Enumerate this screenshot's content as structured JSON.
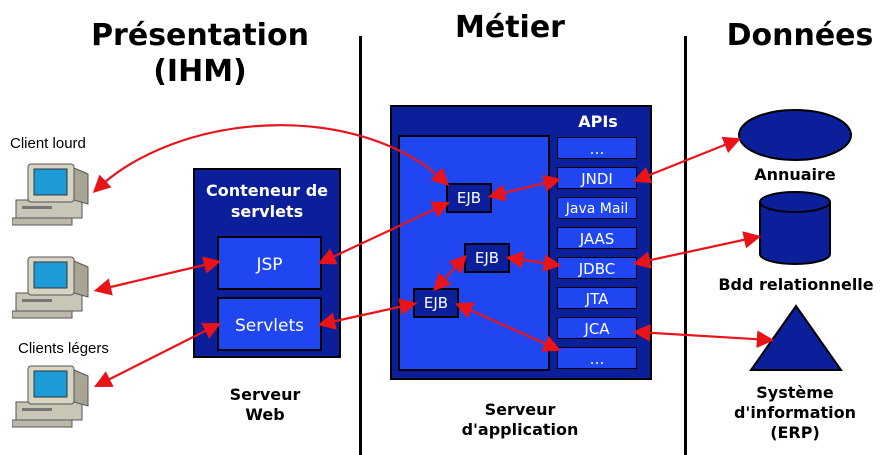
{
  "columns": {
    "presentation": {
      "line1": "Présentation",
      "line2": "(IHM)"
    },
    "metier": {
      "title": "Métier"
    },
    "donnees": {
      "title": "Données"
    }
  },
  "clients": {
    "lourd": "Client lourd",
    "legers": "Clients légers"
  },
  "servlet_container": {
    "title_line1": "Conteneur de",
    "title_line2": "servlets",
    "jsp": "JSP",
    "servlets": "Servlets"
  },
  "web_server": {
    "line1": "Serveur",
    "line2": "Web"
  },
  "app_server": {
    "apis_title": "APIs",
    "apis": [
      "…",
      "JNDI",
      "Java Mail",
      "JAAS",
      "JDBC",
      "JTA",
      "JCA",
      "…"
    ],
    "ejb": [
      "EJB",
      "EJB",
      "EJB"
    ],
    "label_line1": "Serveur",
    "label_line2": "d'application"
  },
  "data_sources": {
    "annuaire": "Annuaire",
    "bdd": "Bdd relationnelle",
    "erp_line1": "Système",
    "erp_line2": "d'information",
    "erp_line3": "(ERP)"
  },
  "colors": {
    "navy": "#0b1f9a",
    "blue": "#1f46f0",
    "arrow": "#e8141a"
  },
  "icons": [
    "computer-icon",
    "computer-icon",
    "computer-icon"
  ]
}
